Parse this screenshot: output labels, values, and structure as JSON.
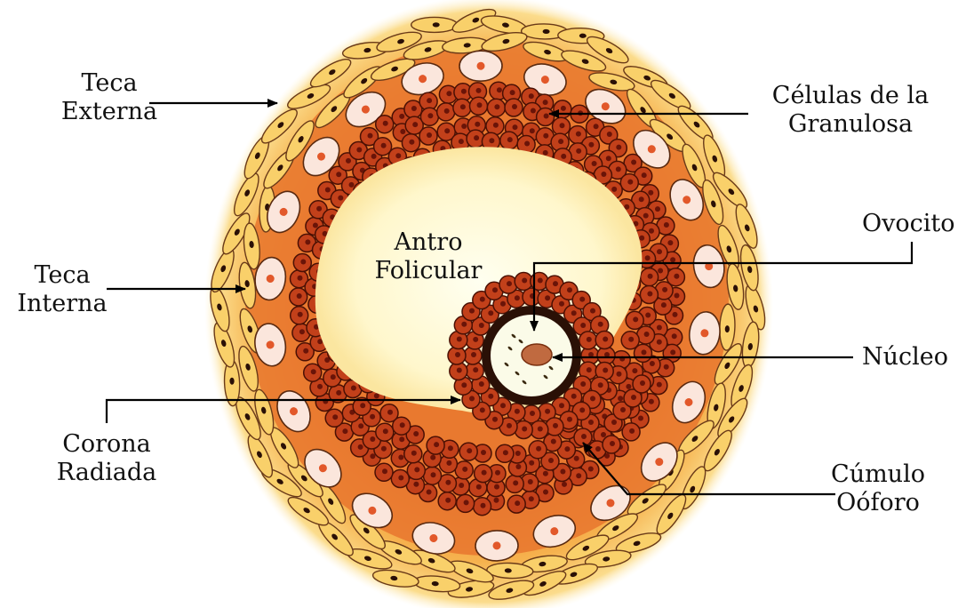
{
  "labels": {
    "teca_externa": [
      "Teca",
      "Externa"
    ],
    "celulas_granulosa": [
      "Células de la",
      "Granulosa"
    ],
    "antro_folicular": [
      "Antro",
      "Folicular"
    ],
    "ovocito": "Ovocito",
    "teca_interna": [
      "Teca",
      "Interna"
    ],
    "nucleo": "Núcleo",
    "corona_radiada": [
      "Corona",
      "Radiada"
    ],
    "cumulo_ooforo": [
      "Cúmulo",
      "Oóforo"
    ]
  },
  "colors": {
    "theca_externa": "#f6c24e",
    "theca_interna": "#e8782e",
    "granulosa_cell": "#c2401a",
    "granulosa_nucleus": "#6a1408",
    "antrum": "#fffbd6",
    "oocyte_ring": "#2a1006",
    "oocyte_cytoplasm": "#fbfbe8",
    "nucleus": "#c06a40",
    "theca_cell_pale": "#fbe6dc",
    "theca_cell_dot": "#e2582a",
    "spindle_cell": "#f9d06a",
    "line": "#000000"
  }
}
